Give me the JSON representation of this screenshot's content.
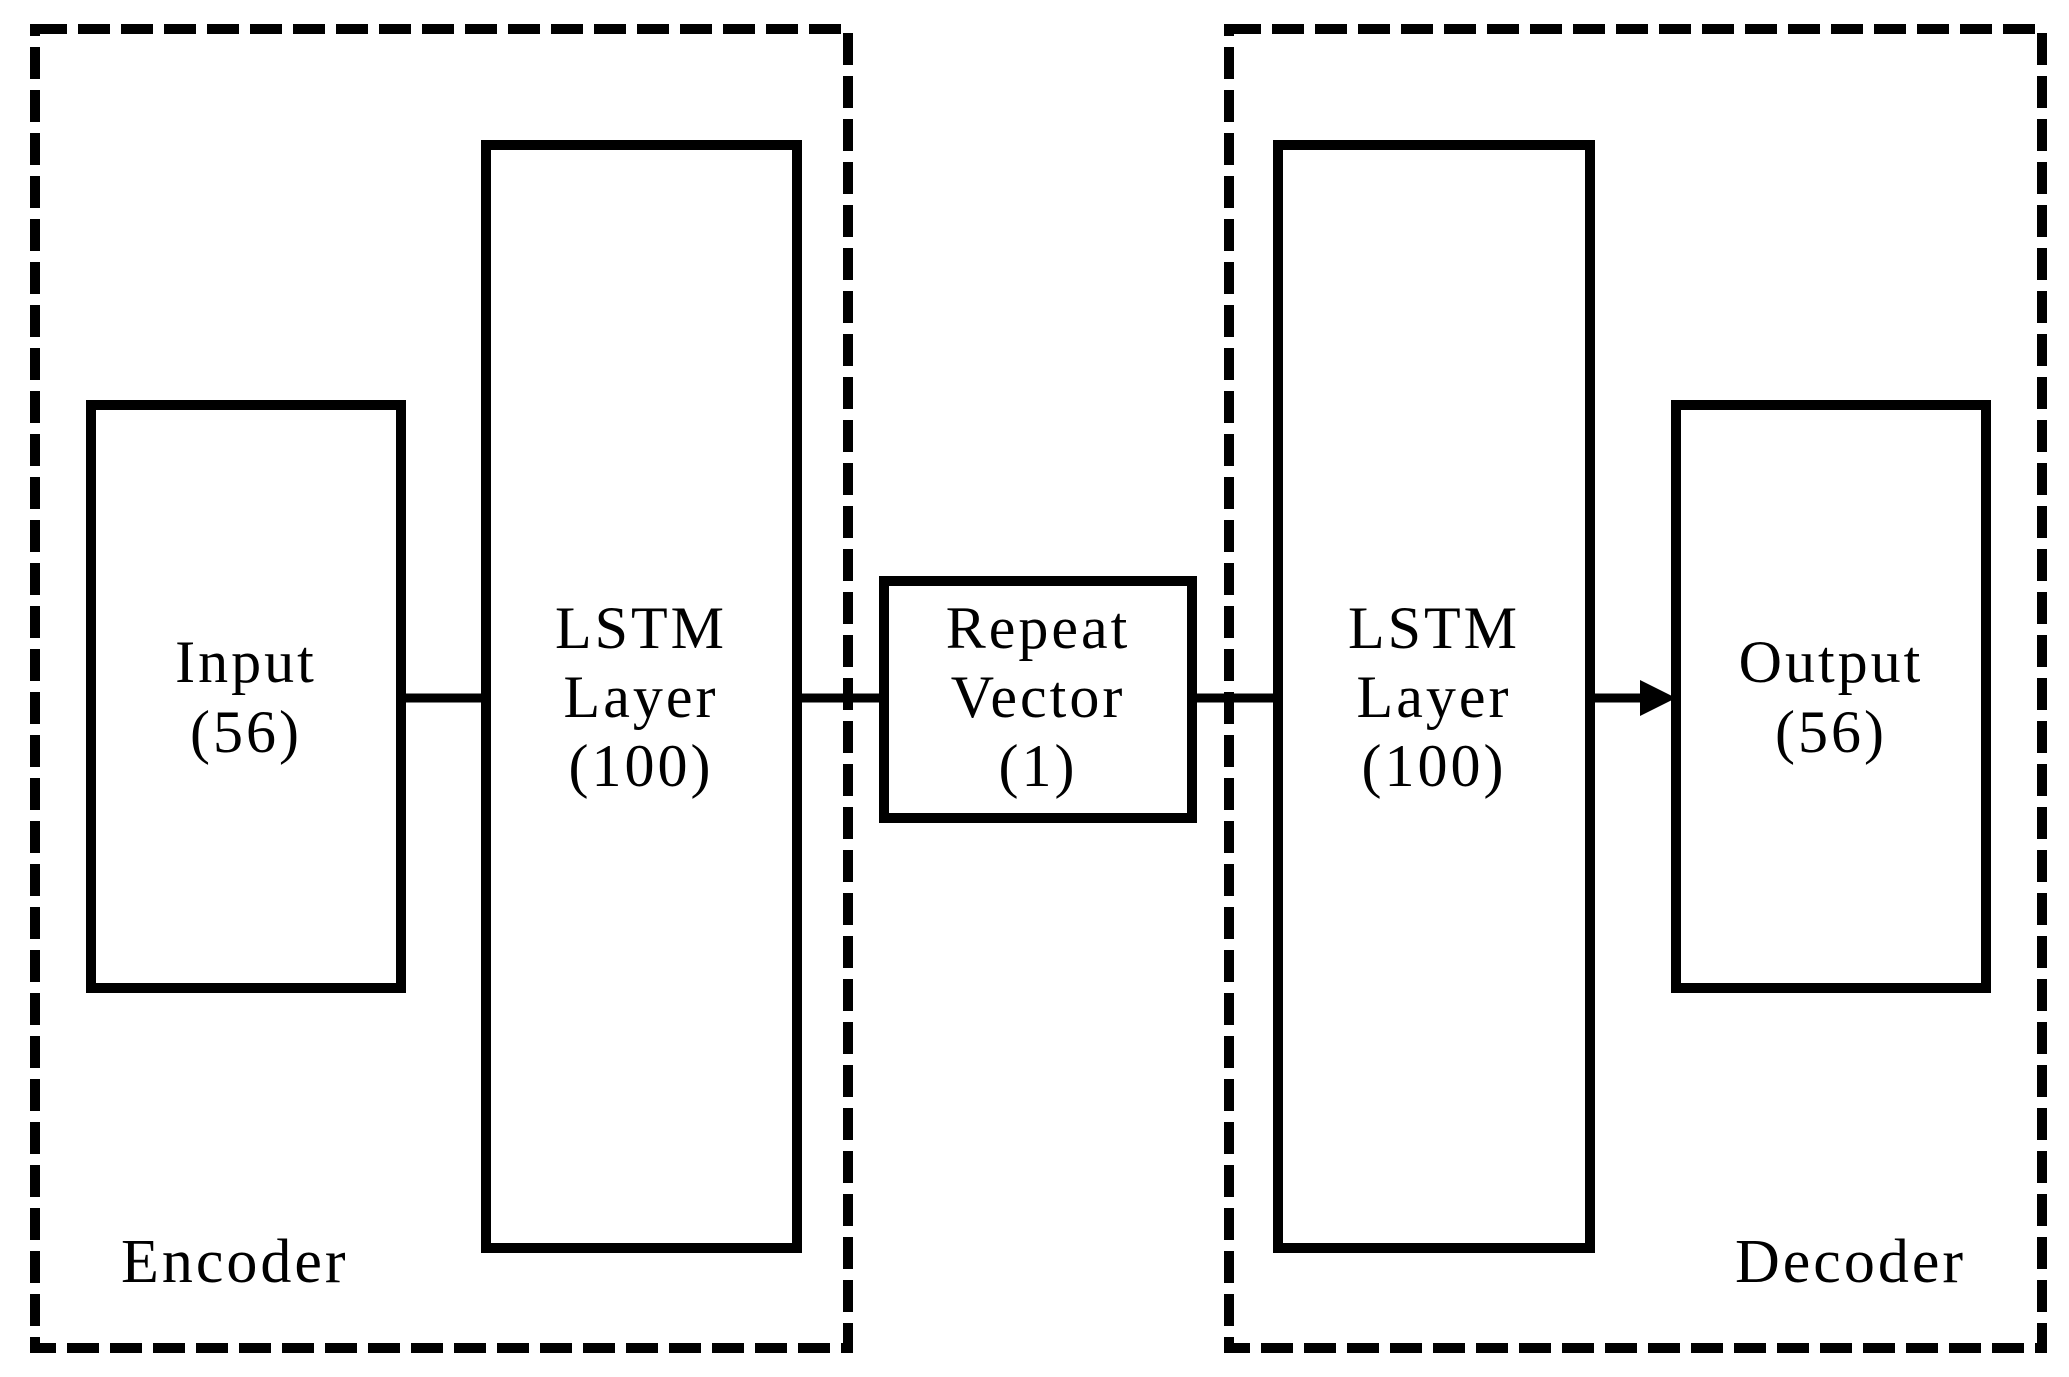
{
  "colors": {
    "stroke": "#000000",
    "background": "#ffffff"
  },
  "encoder": {
    "label": "Encoder",
    "input_box": {
      "lines": [
        "Input",
        "(56)"
      ]
    },
    "lstm_box": {
      "lines": [
        "LSTM",
        "Layer",
        "(100)"
      ]
    }
  },
  "bottleneck": {
    "repeat_vector_box": {
      "lines": [
        "Repeat",
        "Vector",
        "(1)"
      ]
    }
  },
  "decoder": {
    "label": "Decoder",
    "lstm_box": {
      "lines": [
        "LSTM",
        "Layer",
        "(100)"
      ]
    },
    "output_box": {
      "lines": [
        "Output",
        "(56)"
      ]
    }
  }
}
